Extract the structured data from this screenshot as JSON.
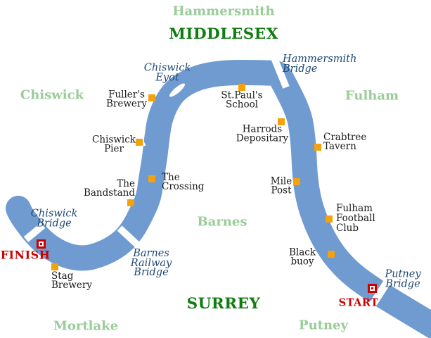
{
  "colors": {
    "river_blue": "#6F9BD1",
    "area_light_green": "#99CC99",
    "area_dark_green": "#0E7C0E",
    "bridge_navy": "#1F4875",
    "landmark_black": "#1A1A1A",
    "race_red": "#CC0000",
    "marker_orange": "#F2A20A",
    "island_white": "#FFFFFF"
  },
  "areas": {
    "hammersmith": {
      "label": "Hammersmith"
    },
    "middlesex": {
      "label": "MIDDLESEX"
    },
    "chiswick": {
      "label": "Chiswick"
    },
    "fulham": {
      "label": "Fulham"
    },
    "barnes": {
      "label": "Barnes"
    },
    "surrey": {
      "label": "SURREY"
    },
    "mortlake": {
      "label": "Mortlake"
    },
    "putney": {
      "label": "Putney"
    }
  },
  "river_features": {
    "chiswick_eyot": {
      "label": "Chiswick\nEyot"
    },
    "hammersmith_bridge": {
      "label": "Hammersmith\nBridge"
    },
    "chiswick_bridge": {
      "label": "Chiswick\nBridge"
    },
    "barnes_railway_bridge": {
      "label": "Barnes\nRailway\nBridge"
    },
    "putney_bridge": {
      "label": "Putney\nBridge"
    }
  },
  "landmarks": {
    "fullers_brewery": {
      "label": "Fuller's\nBrewery"
    },
    "st_pauls_school": {
      "label": "St.Paul's\nSchool"
    },
    "chiswick_pier": {
      "label": "Chiswick\nPier"
    },
    "harrods_depositary": {
      "label": "Harrods\nDepositary"
    },
    "crabtree_tavern": {
      "label": "Crabtree\nTavern"
    },
    "mile_post": {
      "label": "Mile\nPost"
    },
    "the_crossing": {
      "label": "The\nCrossing"
    },
    "the_bandstand": {
      "label": "The\nBandstand"
    },
    "fulham_football_club": {
      "label": "Fulham\nFootball\nClub"
    },
    "black_buoy": {
      "label": "Black\nbuoy"
    },
    "stag_brewery": {
      "label": "Stag\nBrewery"
    }
  },
  "race": {
    "start_label": "START",
    "finish_label": "FINISH"
  }
}
